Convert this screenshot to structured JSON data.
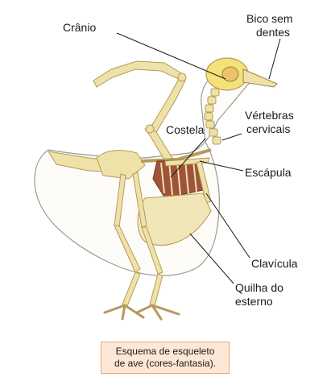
{
  "labels": {
    "cranio": "Crânio",
    "bico_line1": "Bico sem",
    "bico_line2": "dentes",
    "vertebras_line1": "Vértebras",
    "vertebras_line2": "cervicais",
    "costela": "Costela",
    "escapula": "Escápula",
    "clavicula": "Clavícula",
    "quilha_line1": "Quilha do",
    "quilha_line2": "esterno"
  },
  "caption": {
    "line1": "Esquema de esqueleto",
    "line2": "de ave (cores-fantasia)."
  },
  "colors": {
    "bone": "#efe2a8",
    "bone_outline": "#b69a5a",
    "skull": "#f3e27a",
    "body_outline": "#9a9a8e",
    "ribs": "#a0533a",
    "keel": "#f0e6b8",
    "caption_bg": "#fde7d6"
  }
}
